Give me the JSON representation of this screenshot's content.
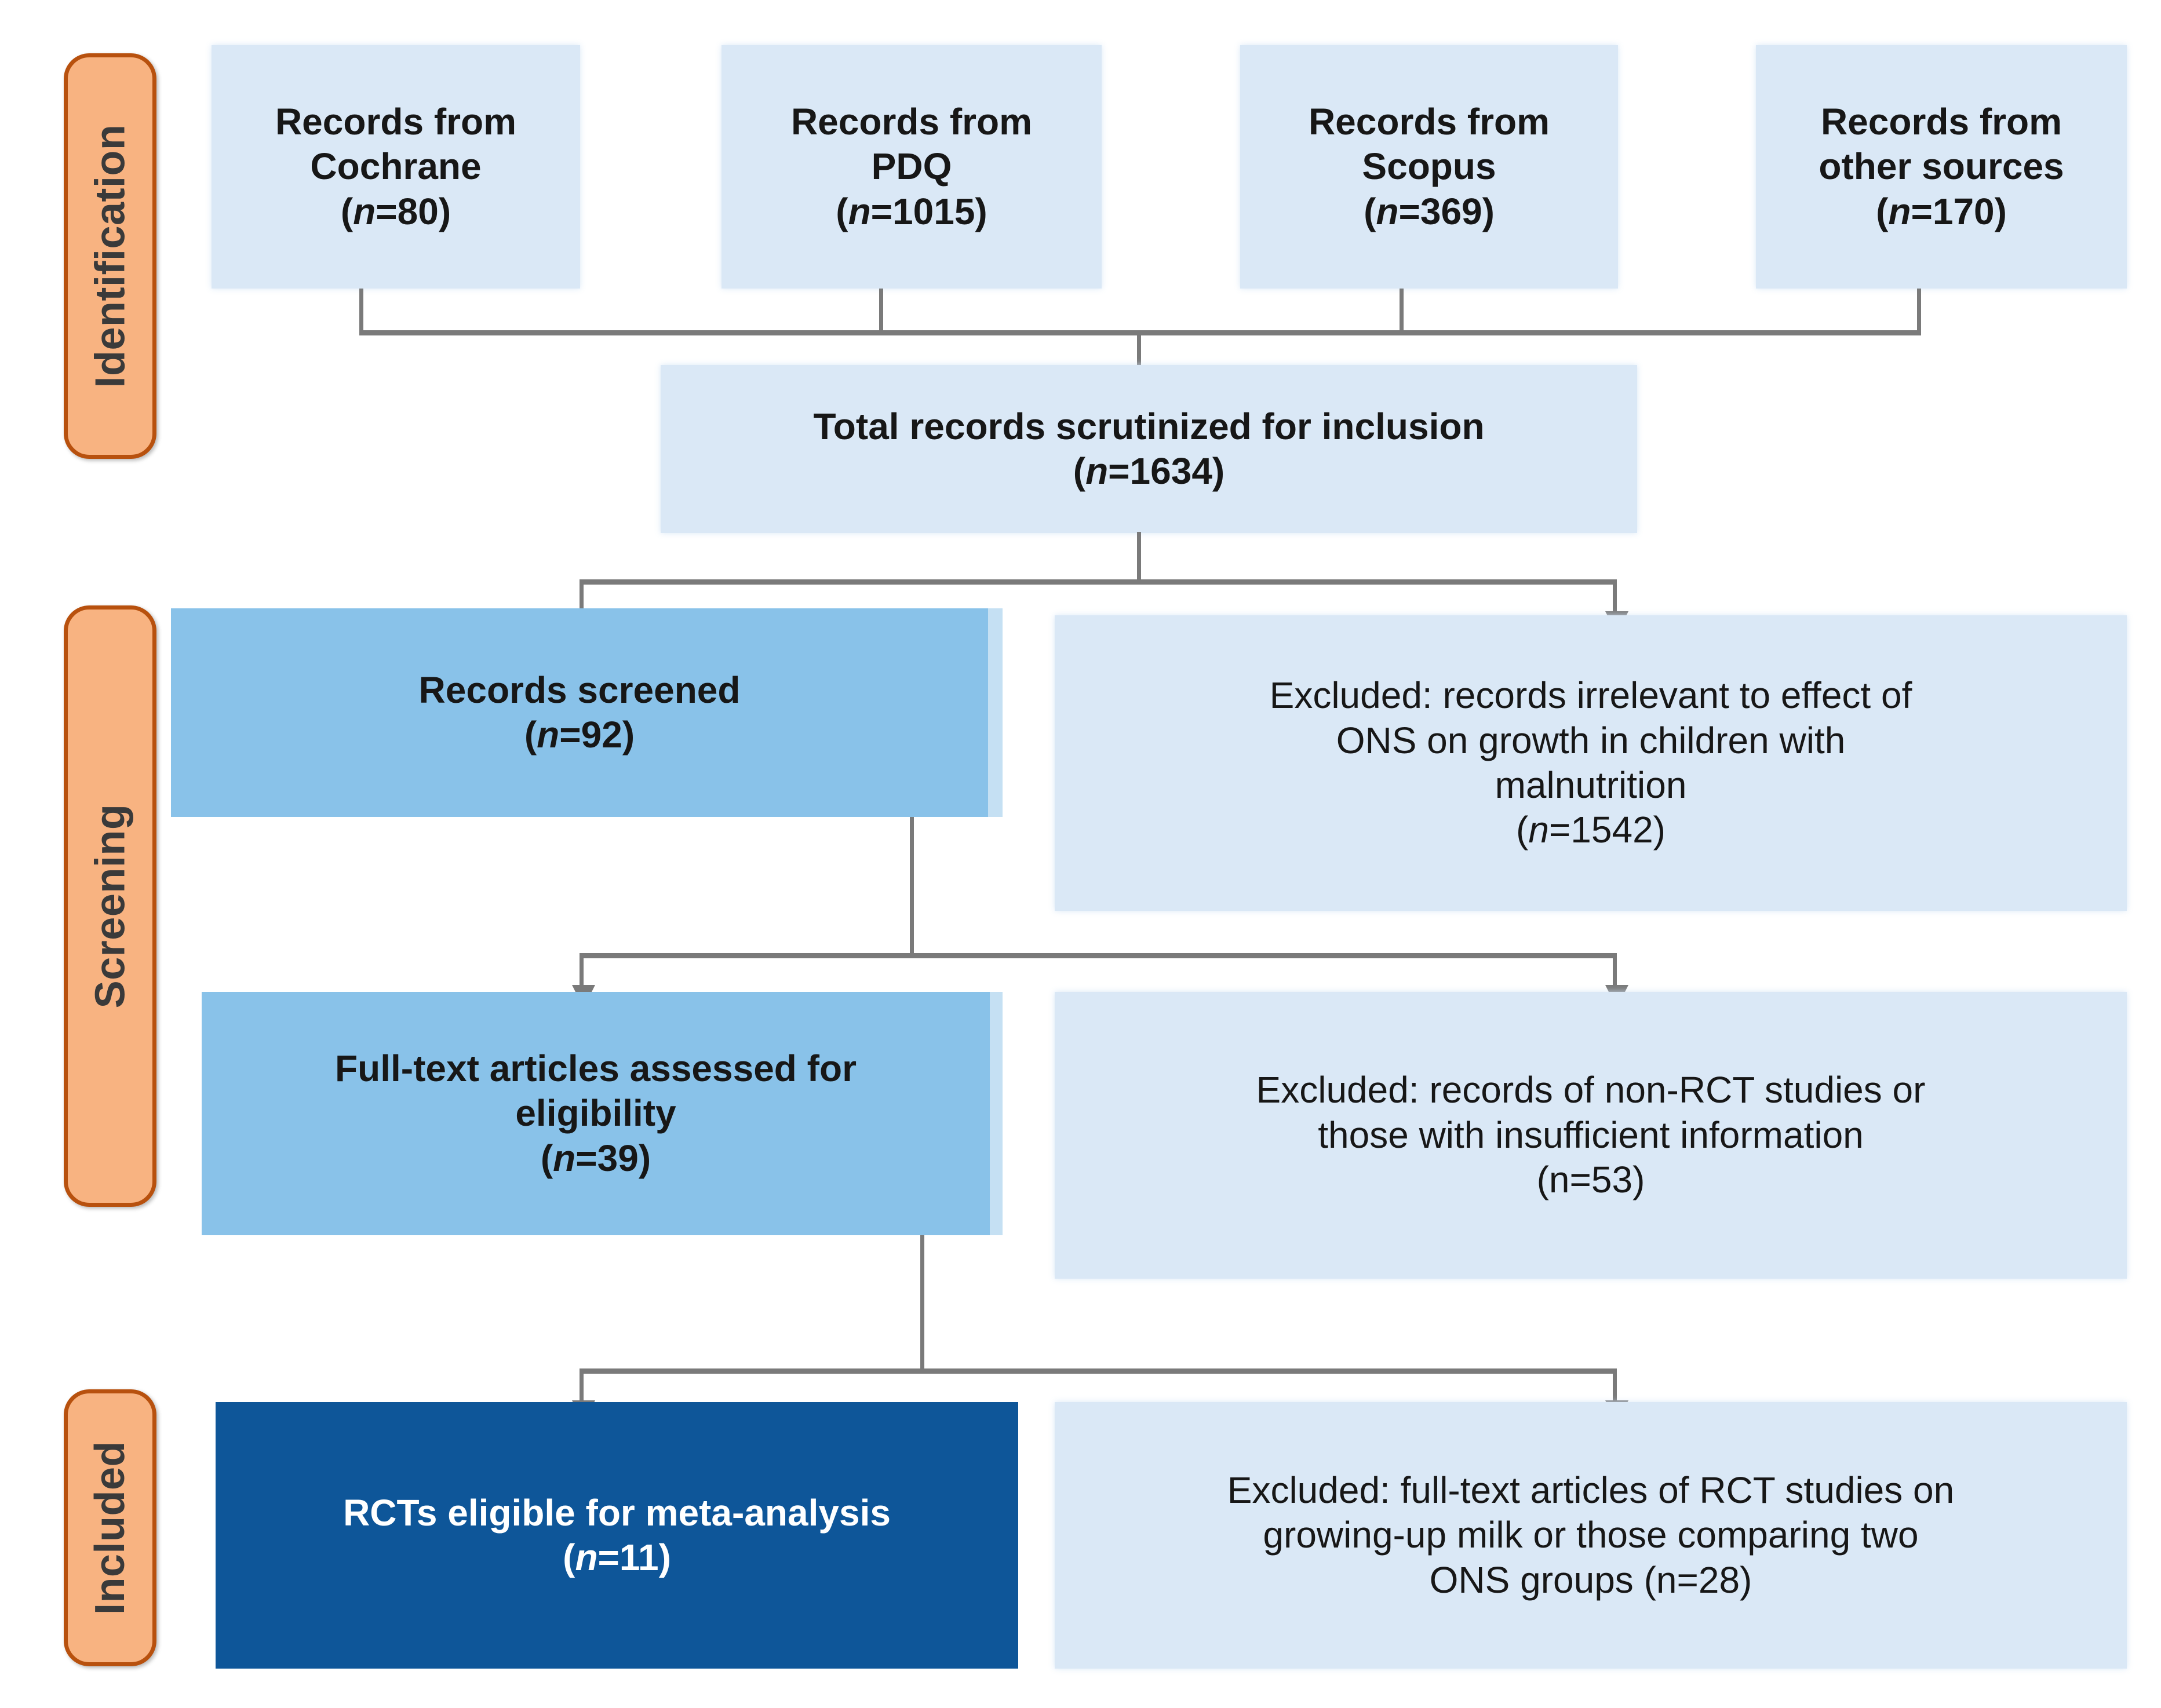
{
  "diagram": {
    "title": "PRISMA flow diagram of record identification, screening and inclusion",
    "colors": {
      "pale_blue": "#DAE8F6",
      "mid_blue": "#89C2E9",
      "deep_blue": "#0E5699",
      "orange_fill": "#F8B381",
      "orange_border": "#B8510E",
      "connector_gray": "#7A7A7A",
      "text_dark": "#171717",
      "text_white": "#FFFFFF"
    }
  },
  "stages": [
    {
      "id": "identification",
      "label": "Identification"
    },
    {
      "id": "screening",
      "label": "Screening"
    },
    {
      "id": "included",
      "label": "Included"
    }
  ],
  "sources": [
    {
      "id": "cochrane",
      "line1": "Records from",
      "line2": "Cochrane",
      "n_prefix": "(",
      "n_label": "n",
      "n_value": "=80)",
      "n": 80
    },
    {
      "id": "pdq",
      "line1": "Records from",
      "line2": "PDQ",
      "n_prefix": "(",
      "n_label": "n",
      "n_value": "=1015)",
      "n": 1015
    },
    {
      "id": "scopus",
      "line1": "Records from",
      "line2": "Scopus",
      "n_prefix": "(",
      "n_label": "n",
      "n_value": "=369)",
      "n": 369
    },
    {
      "id": "other_sources",
      "line1": "Records from",
      "line2": "other sources",
      "n_prefix": "(",
      "n_label": "n",
      "n_value": "=170)",
      "n": 170
    }
  ],
  "total": {
    "line1": "Total records scrutinized for inclusion",
    "n_prefix": "(",
    "n_label": "n",
    "n_value": "=1634)",
    "n": 1634
  },
  "screened": {
    "line1": "Records screened",
    "n_prefix": "(",
    "n_label": "n",
    "n_value": "=92)",
    "n": 92
  },
  "excluded_screened": {
    "line1": "Excluded: records irrelevant to effect of",
    "line2": "ONS on growth in children with",
    "line3": "malnutrition",
    "n_prefix": "(",
    "n_label": "n",
    "n_value": "=1542)",
    "n": 1542
  },
  "fulltext": {
    "line1": "Full-text articles assessed for",
    "line2": "eligibility",
    "n_prefix": "(",
    "n_label": "n",
    "n_value": "=39)",
    "n": 39
  },
  "excluded_fulltext": {
    "line1": "Excluded: records of non-RCT studies or",
    "line2": "those with insufficient information",
    "n_plain": "(n=53)",
    "n": 53
  },
  "included_rcts": {
    "line1": "RCTs eligible for meta-analysis",
    "n_prefix": "(",
    "n_label": "n",
    "n_value": "=11)",
    "n": 11
  },
  "excluded_included": {
    "line1": "Excluded: full-text articles of RCT studies on",
    "line2": "growing-up milk or those comparing two",
    "line3": "ONS groups (n=28)",
    "n": 28
  }
}
